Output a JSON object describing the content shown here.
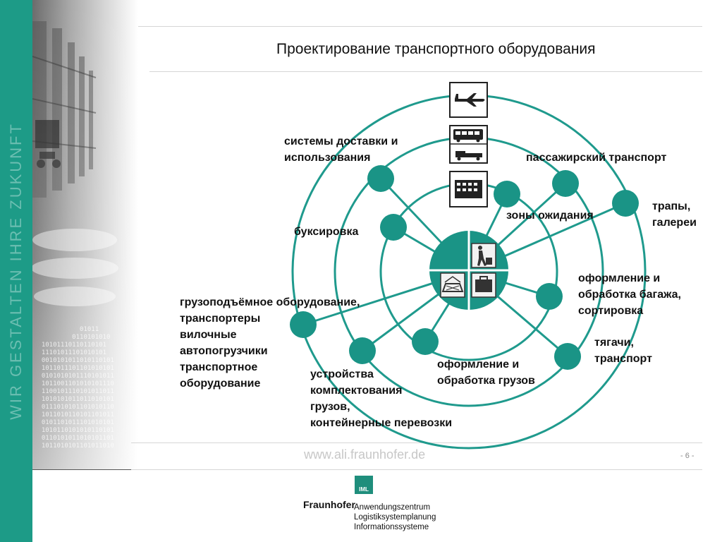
{
  "colors": {
    "accent": "#1d9b87",
    "ring": "#1f9a8d",
    "hub": "#1a9486"
  },
  "sidebar": {
    "vertical_text": "WIR GESTALTEN IHRE ZUKUNFT"
  },
  "decor": {
    "binary_lines": [
      "            01011",
      "          0110101010",
      "  10101110110110101",
      "  11101011101010101",
      "  0010101011010110101",
      "  1011011101101010101",
      "  0101010101110101011",
      "  1011001101010101110",
      "  1100101110101011011",
      "  1010101011011010101",
      "  0111010101101010110",
      "  1011010110101101011",
      "  0101101011101010101",
      "  1010110101010110101",
      "  0110101011010101101",
      "  1011010101101011010"
    ]
  },
  "header": {
    "title": "Проектирование транспортного оборудования"
  },
  "diagram": {
    "icons": [
      {
        "name": "airplane-icon"
      },
      {
        "name": "bus-icon"
      },
      {
        "name": "apron-vehicle-icon"
      },
      {
        "name": "terminal-building-icon"
      },
      {
        "name": "traveler-with-luggage-icon"
      },
      {
        "name": "conveyor-icon"
      },
      {
        "name": "suitcase-icon"
      }
    ],
    "labels": {
      "delivery_systems": "системы доставки и\nиспользования",
      "passenger_transport": "пассажирский транспорт",
      "ramps": "трапы,\nгалереи",
      "waiting_zones": "зоны ожидания",
      "towing": "буксировка",
      "baggage": "оформление и\nобработка багажа,\nсортировка",
      "lifting": "грузоподъёмное оборудование,\nтранспортеры\nвилочные\nавтопогрузчики\nтранспортное\nоборудование",
      "tractors": "тягачи,\nтранспорт",
      "cargo_handling": "оформление и\nобработка грузов",
      "picking": "устройства\nкомплектования\nгрузов,\nконтейнерные перевозки"
    }
  },
  "footer": {
    "url": "www.ali.fraunhofer.de",
    "page_number": "- 6 -",
    "logo_badge": "IML",
    "org_name": "Fraunhofer",
    "org_lines": [
      "Anwendungszentrum",
      "Logistiksystemplanung",
      "Informationssysteme"
    ]
  }
}
